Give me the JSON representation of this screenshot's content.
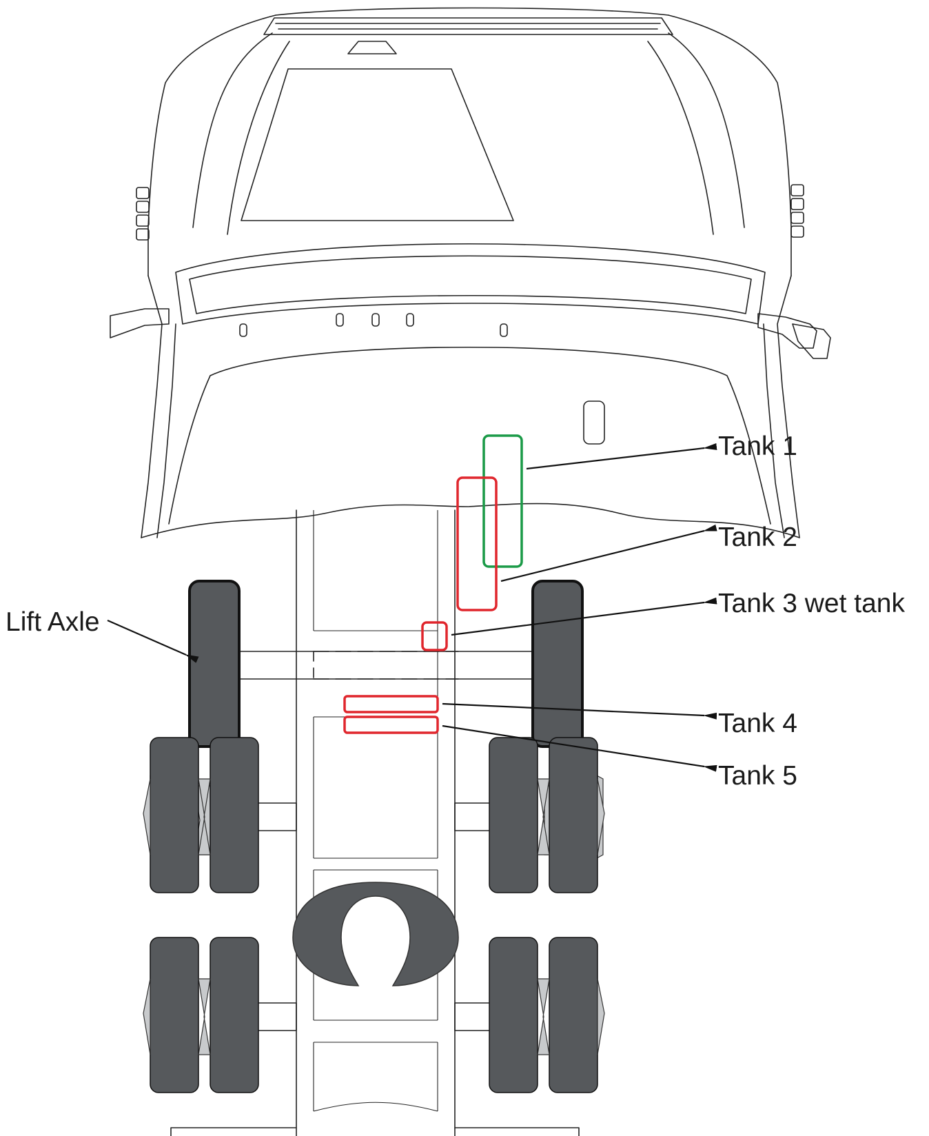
{
  "diagram": {
    "labels": {
      "tank1": "Tank 1",
      "tank2": "Tank 2",
      "tank3": "Tank 3 wet tank",
      "tank4": "Tank 4",
      "tank5": "Tank 5",
      "lift_axle": "Lift Axle"
    },
    "colors": {
      "tank1_outline": "#1a9a47",
      "tank_outline": "#e0262d",
      "tire": "#56595c",
      "wheel_hub": "#c8cacc",
      "line": "#222222"
    }
  }
}
